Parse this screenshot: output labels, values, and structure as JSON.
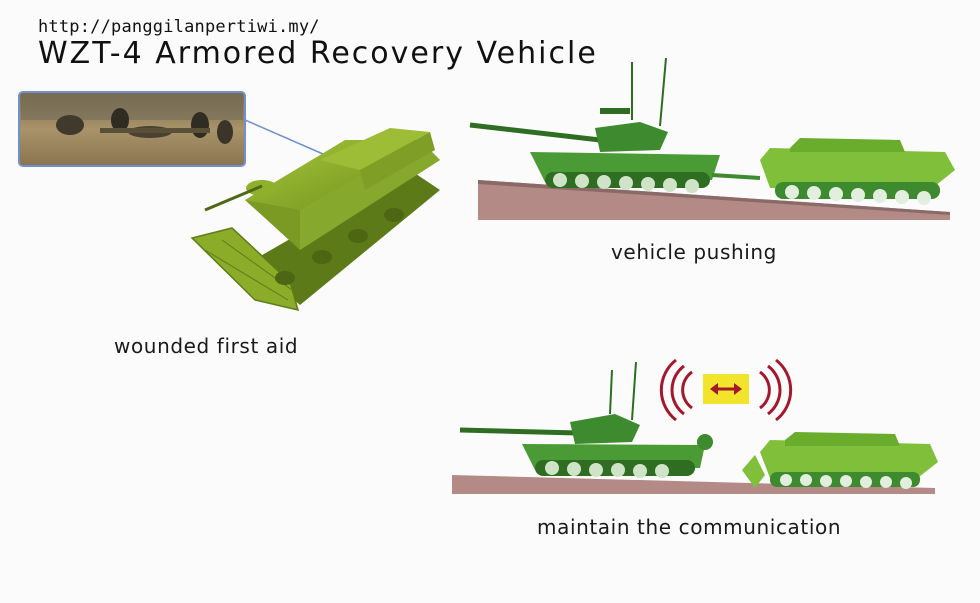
{
  "header": {
    "url": "http://panggilanpertiwi.my/",
    "title": "WZT-4 Armored Recovery Vehicle"
  },
  "captions": {
    "first_aid": "wounded first aid",
    "pushing": "vehicle pushing",
    "communication": "maintain the communication"
  },
  "colors": {
    "arv_green": "#8fb02a",
    "tank_green": "#3e8a2e",
    "ground": "#b48a86",
    "signal_red": "#a3182a",
    "signal_yellow": "#f2e42a"
  }
}
